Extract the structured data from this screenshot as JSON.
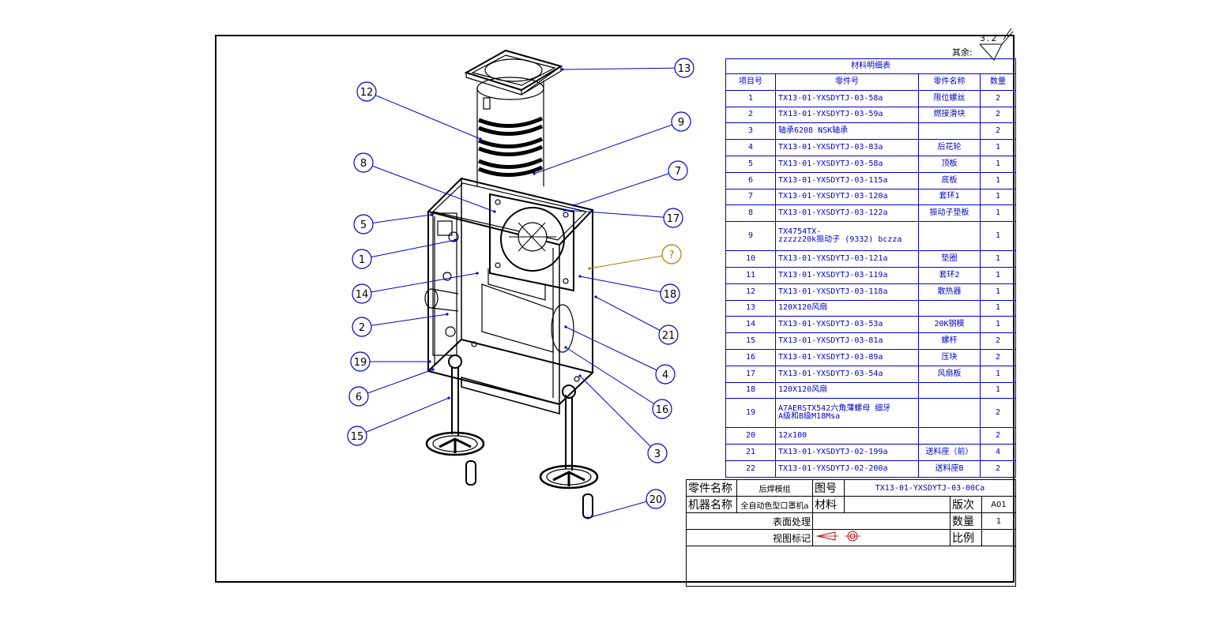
{
  "surface": {
    "label": "其余:",
    "value": "3.2"
  },
  "balloons": [
    "13",
    "12",
    "9",
    "8",
    "7",
    "5",
    "17",
    "1",
    "?",
    "14",
    "18",
    "2",
    "21",
    "19",
    "4",
    "6",
    "16",
    "15",
    "3",
    "20"
  ],
  "bom": {
    "title": "材料明细表",
    "headers": [
      "项目号",
      "零件号",
      "零件名称",
      "数量"
    ],
    "rows": [
      [
        "1",
        "TX13-01-YXSDYTJ-03-58a",
        "限位螺丝",
        "2"
      ],
      [
        "2",
        "TX13-01-YXSDYTJ-03-59a",
        "燃接滑块",
        "2"
      ],
      [
        "3",
        "轴承6208   NSK轴承",
        "",
        "2"
      ],
      [
        "4",
        "TX13-01-YXSDYTJ-03-83a",
        "后花轮",
        "1"
      ],
      [
        "5",
        "TX13-01-YXSDYTJ-03-58a",
        "顶板",
        "1"
      ],
      [
        "6",
        "TX13-01-YXSDYTJ-03-115a",
        "底板",
        "1"
      ],
      [
        "7",
        "TX13-01-YXSDYTJ-03-120a",
        "套环1",
        "1"
      ],
      [
        "8",
        "TX13-01-YXSDYTJ-03-122a",
        "振动子垫板",
        "1"
      ],
      [
        "9",
        "TX4754TX-\nzzzzz20k振动子 (9332) bczza",
        "",
        "1"
      ],
      [
        "10",
        "TX13-01-YXSDYTJ-03-121a",
        "垫圈",
        "1"
      ],
      [
        "11",
        "TX13-01-YXSDYTJ-03-119a",
        "套环2",
        "1"
      ],
      [
        "12",
        "TX13-01-YXSDYTJ-03-118a",
        "散热器",
        "1"
      ],
      [
        "13",
        "120X120风扇",
        "",
        "1"
      ],
      [
        "14",
        "TX13-01-YXSDYTJ-03-53a",
        "20K钢模",
        "1"
      ],
      [
        "15",
        "TX13-01-YXSDYTJ-03-81a",
        "螺杆",
        "2"
      ],
      [
        "16",
        "TX13-01-YXSDYTJ-03-89a",
        "压块",
        "2"
      ],
      [
        "17",
        "TX13-01-YXSDYTJ-03-54a",
        "风扇板",
        "1"
      ],
      [
        "18",
        "120X120风扇",
        "",
        "1"
      ],
      [
        "19",
        "A7AERSTX542六角薄螺母 细牙\nA级和B级M18Msa",
        "",
        "2"
      ],
      [
        "20",
        "12x100",
        "",
        "2"
      ],
      [
        "21",
        "TX13-01-YXSDYTJ-02-199a",
        "送料座（前）",
        "4"
      ],
      [
        "22",
        "TX13-01-YXSDYTJ-02-200a",
        "送料座B",
        "2"
      ]
    ]
  },
  "titleblock": {
    "part_name_label": "零件名称",
    "part_name": "后焊模组",
    "drawing_no_label": "图号",
    "drawing_no": "TX13-01-YXSDYTJ-03-00Ca",
    "machine_name_label": "机器名称",
    "machine_name": "全自动色型口罩机a",
    "material_label": "材料",
    "revision_label": "版次",
    "revision": "A01",
    "surface_label": "表面处理",
    "quantity_label": "数量",
    "quantity": "1",
    "view_label": "视图标记",
    "scale_label": "比例"
  }
}
